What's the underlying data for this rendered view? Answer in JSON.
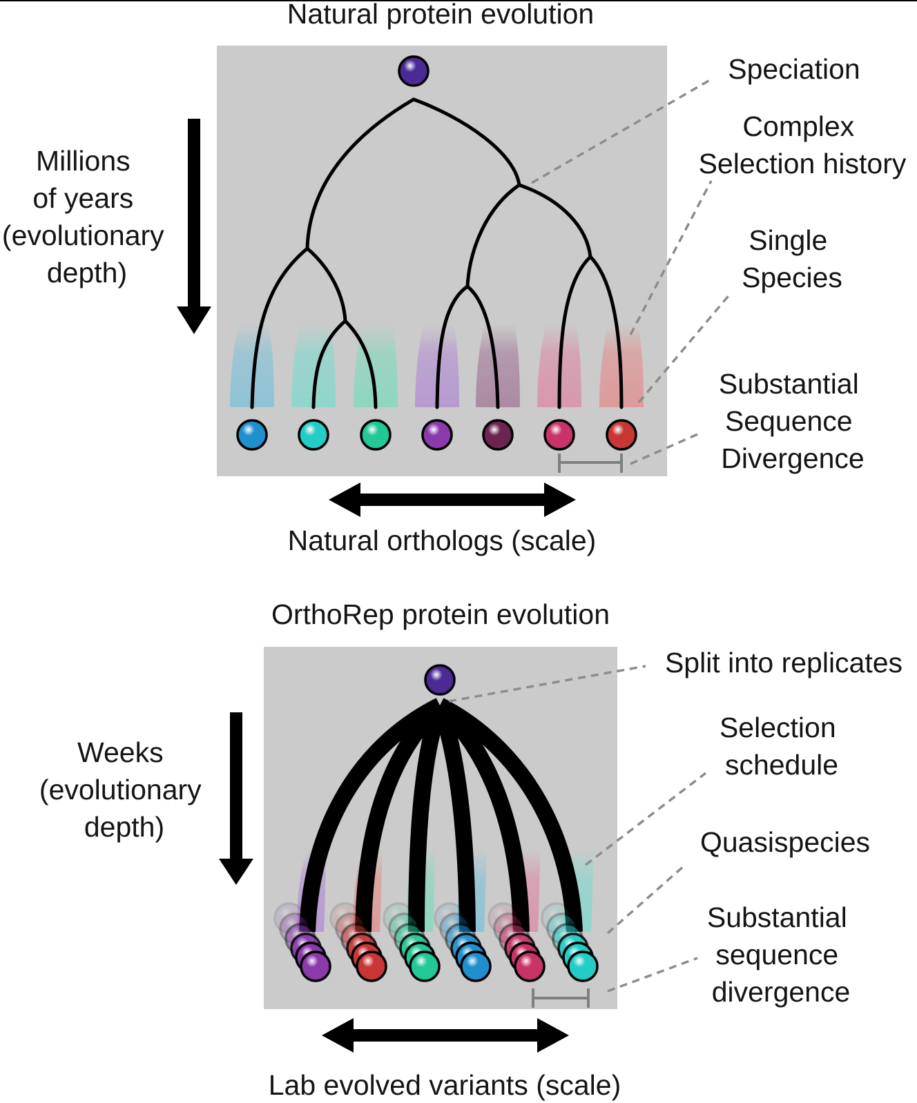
{
  "natural": {
    "title": "Natural protein evolution",
    "time_label": [
      "Millions",
      "of years",
      "(evolutionary",
      "depth)"
    ],
    "scale_label": "Natural orthologs (scale)",
    "annotations": {
      "speciation": [
        "Speciation"
      ],
      "selection": [
        "Complex",
        "Selection history"
      ],
      "single": [
        "Single",
        "Species"
      ],
      "divergence": [
        "Substantial",
        "Sequence",
        "Divergence"
      ]
    },
    "root_color": "#4a2b96",
    "leaf_colors": [
      "#1f8fce",
      "#24ccc6",
      "#22c896",
      "#8a3aab",
      "#6e2450",
      "#c8336a",
      "#c83636"
    ],
    "halo_colors": [
      "#8fc3d6",
      "#8fd6cc",
      "#8fd6c0",
      "#b79ad0",
      "#ab8aa2",
      "#d897ad",
      "#dc9b9a"
    ]
  },
  "orthorep": {
    "title": "OrthoRep protein evolution",
    "time_label": [
      "Weeks",
      "(evolutionary",
      "depth)"
    ],
    "scale_label": "Lab evolved variants (scale)",
    "annotations": {
      "split": [
        "Split into replicates"
      ],
      "schedule": [
        "Selection",
        "schedule"
      ],
      "quasi": [
        "Quasispecies"
      ],
      "divergence": [
        "Substantial",
        "sequence",
        "divergence"
      ]
    },
    "root_color": "#4a2b96",
    "leaf_colors": [
      "#8a3aab",
      "#c83636",
      "#22c896",
      "#1f8fce",
      "#c8336a",
      "#24ccc6"
    ],
    "halo_colors": [
      "#b79ad0",
      "#dc9b9a",
      "#8fd6c0",
      "#8fc3d6",
      "#d897ad",
      "#8fd6cc"
    ]
  }
}
